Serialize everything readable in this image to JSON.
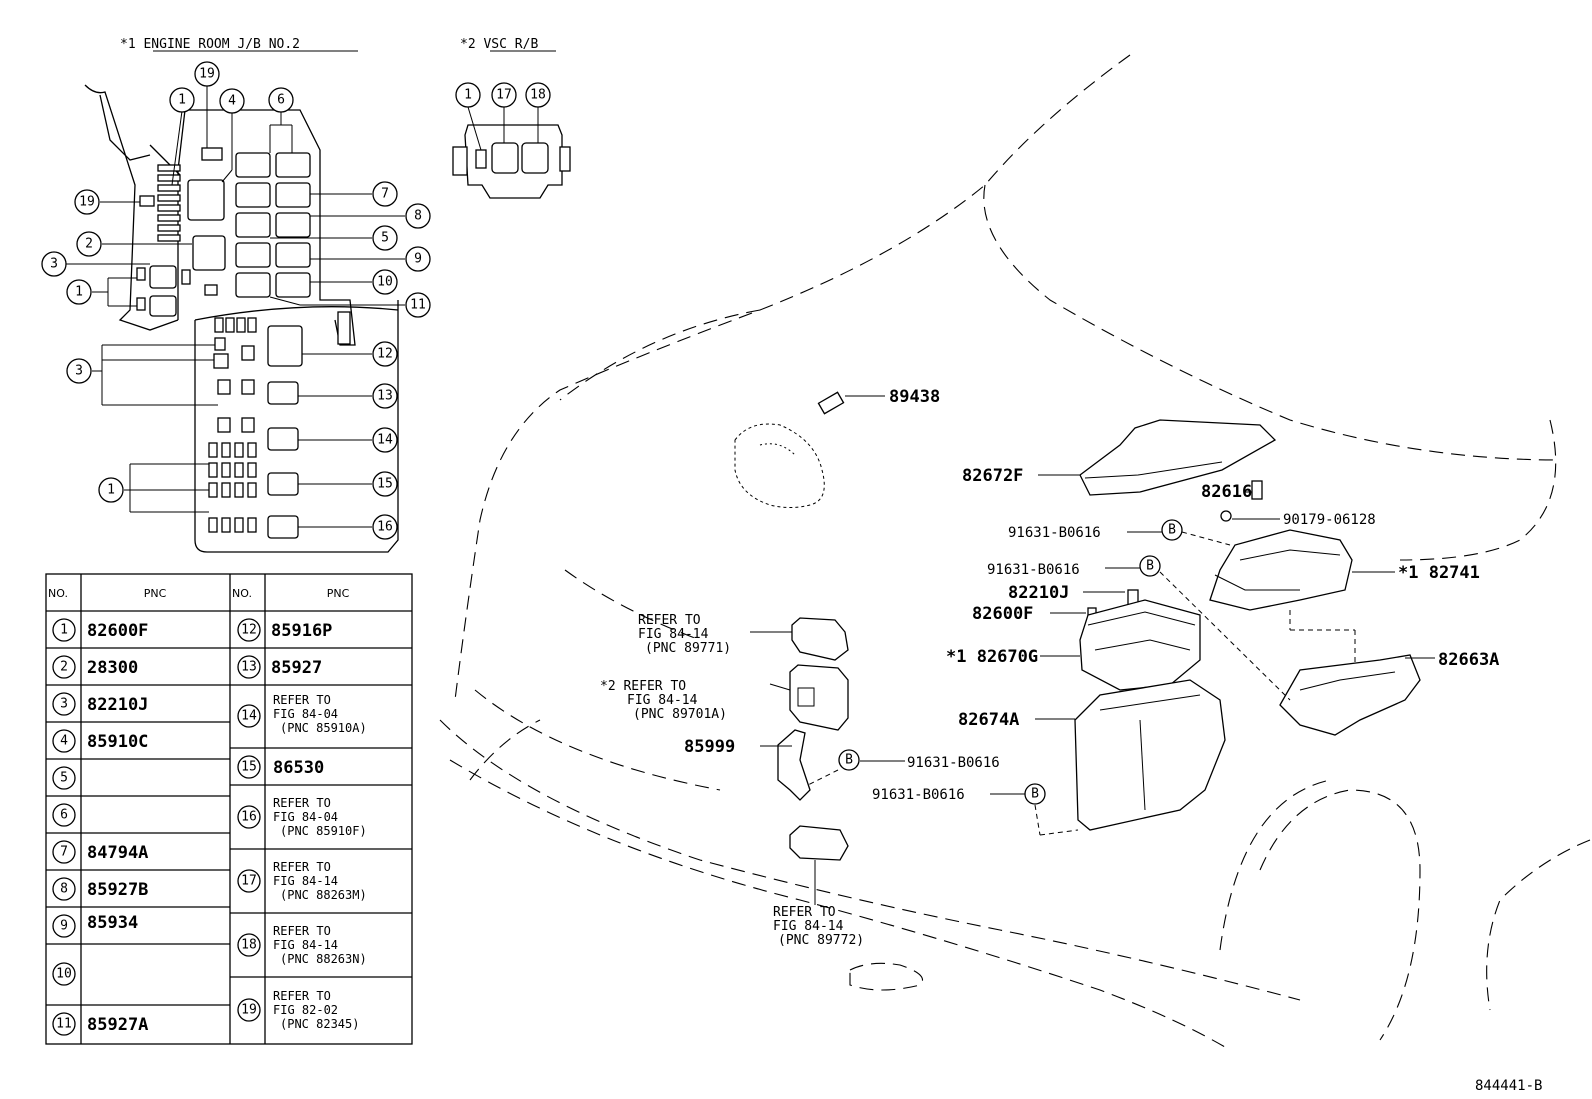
{
  "titles": {
    "junction_block": "*1 ENGINE ROOM J/B NO.2",
    "vsc_block": "*2 VSC R/B"
  },
  "jb_callouts": [
    "19",
    "4",
    "6",
    "1",
    "7",
    "19",
    "8",
    "5",
    "2",
    "9",
    "3",
    "10",
    "1",
    "11",
    "12",
    "3",
    "13",
    "14",
    "1",
    "15",
    "16"
  ],
  "vsc_callouts": [
    "1",
    "17",
    "18"
  ],
  "table": {
    "header_no": "NO.",
    "header_pnc": "PNC",
    "left_rows": [
      {
        "no": "1",
        "pnc": "82600F"
      },
      {
        "no": "2",
        "pnc": "28300"
      },
      {
        "no": "3",
        "pnc": "82210J"
      },
      {
        "no": "4",
        "pnc": "85910C"
      },
      {
        "no": "5",
        "pnc": ""
      },
      {
        "no": "6",
        "pnc": ""
      },
      {
        "no": "7",
        "pnc": "84794A"
      },
      {
        "no": "8",
        "pnc": "85927B"
      },
      {
        "no": "9",
        "pnc": "85934"
      },
      {
        "no": "10",
        "pnc": ""
      },
      {
        "no": "11",
        "pnc": "85927A"
      }
    ],
    "right_rows": [
      {
        "no": "12",
        "pnc": "85916P",
        "refer": []
      },
      {
        "no": "13",
        "pnc": "85927",
        "refer": []
      },
      {
        "no": "14",
        "pnc": "",
        "refer": [
          "REFER TO",
          "FIG 84-04",
          "(PNC 85910A)"
        ]
      },
      {
        "no": "15",
        "pnc": "86530",
        "refer": []
      },
      {
        "no": "16",
        "pnc": "",
        "refer": [
          "REFER TO",
          "FIG 84-04",
          "(PNC 85910F)"
        ]
      },
      {
        "no": "17",
        "pnc": "",
        "refer": [
          "REFER TO",
          "FIG 84-14",
          "(PNC 88263M)"
        ]
      },
      {
        "no": "18",
        "pnc": "",
        "refer": [
          "REFER TO",
          "FIG 84-14",
          "(PNC 88263N)"
        ]
      },
      {
        "no": "19",
        "pnc": "",
        "refer": [
          "REFER TO",
          "FIG 82-02",
          "(PNC 82345)"
        ]
      }
    ]
  },
  "parts": {
    "p89438": "89438",
    "p82672F": "82672F",
    "p82616": "82616",
    "p90179": "90179-06128",
    "p91631_a": "91631-B0616",
    "p91631_b": "91631-B0616",
    "p82210J": "82210J",
    "p82600F": "82600F",
    "p82741": "*1 82741",
    "p82670G": "*1 82670G",
    "p82663A": "82663A",
    "p82674A": "82674A",
    "p85999": "85999",
    "p91631_c": "91631-B0616",
    "p91631_d": "91631-B0616",
    "bolt_symbol": "B"
  },
  "refers": {
    "r1": [
      "REFER TO",
      "FIG 84-14",
      "(PNC 89771)"
    ],
    "r2": [
      "*2 REFER TO",
      "FIG 84-14",
      "(PNC 89701A)"
    ],
    "r3": [
      "REFER TO",
      "FIG 84-14",
      "(PNC 89772)"
    ]
  },
  "figure_id": "844441-B"
}
